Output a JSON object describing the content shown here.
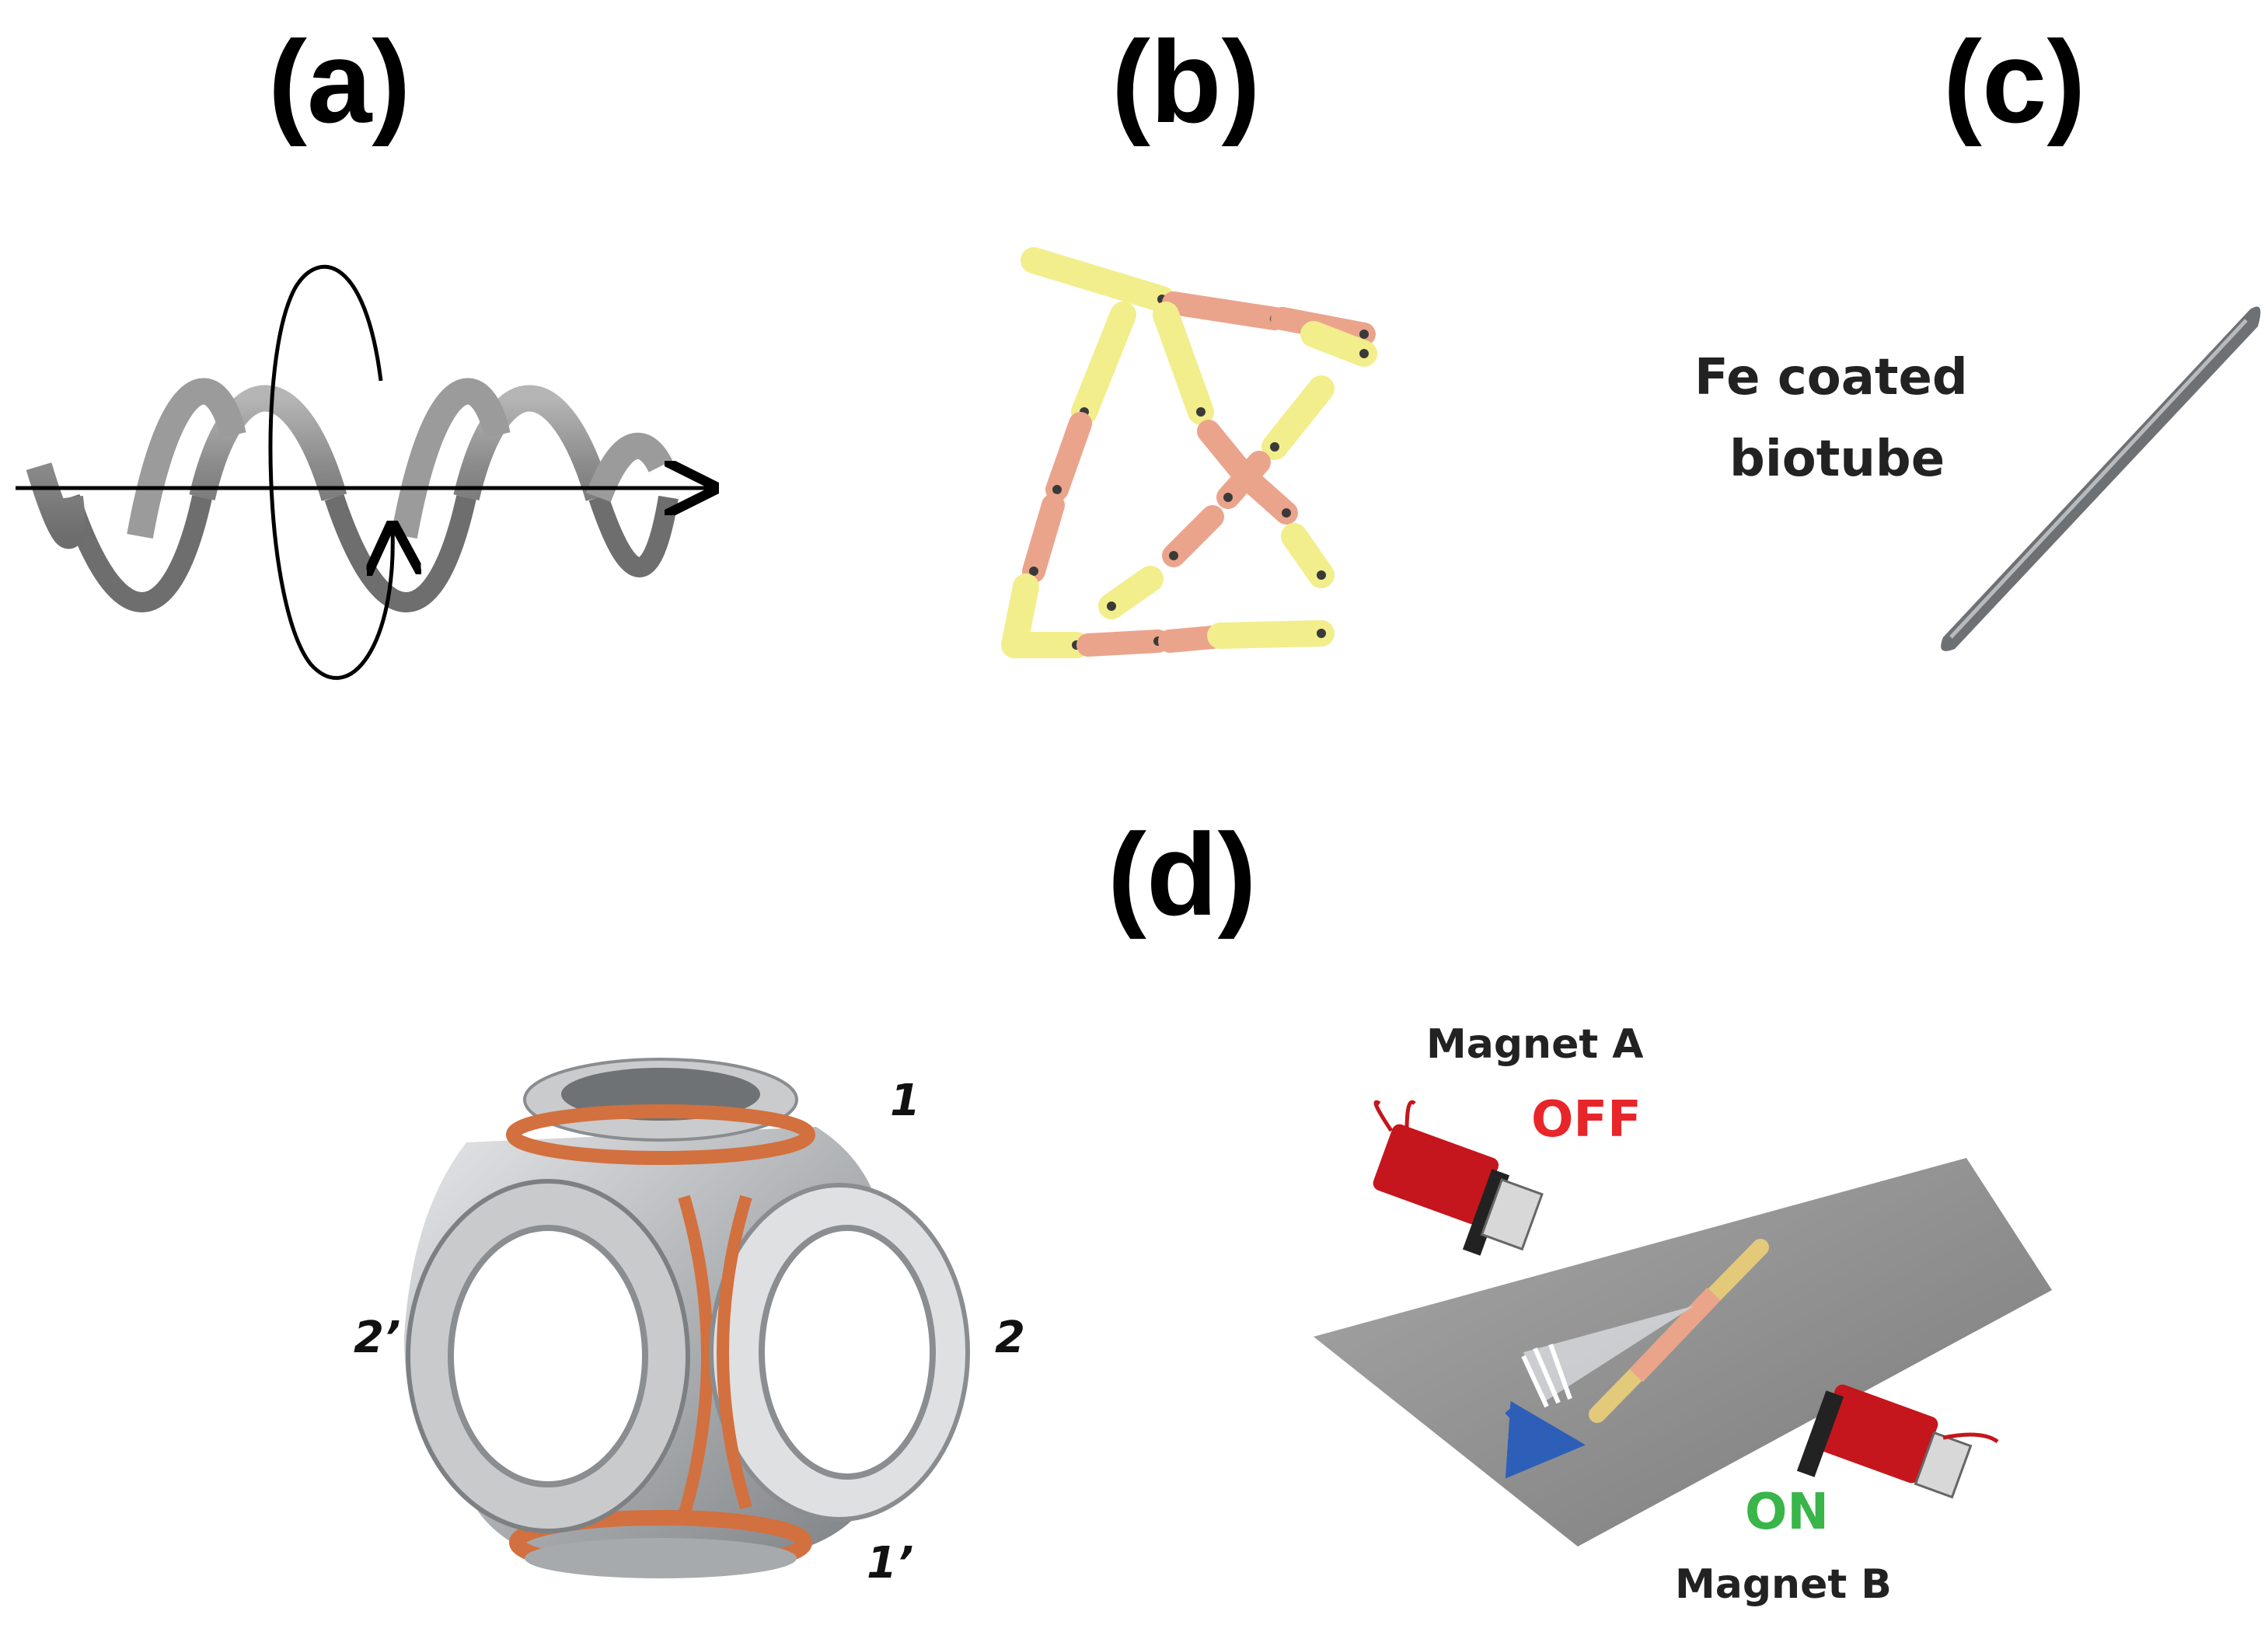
{
  "panels": {
    "a": {
      "label": "(a)"
    },
    "b": {
      "label": "(b)"
    },
    "c": {
      "label": "(c)",
      "caption_line1": "Fe coated",
      "caption_line2": "biotube"
    },
    "d": {
      "label": "(d)",
      "coil_labels": {
        "top": "1",
        "bottom": "1’",
        "right": "2",
        "left": "2’"
      },
      "magnet_a": {
        "name": "Magnet A",
        "state": "OFF"
      },
      "magnet_b": {
        "name": "Magnet B",
        "state": "ON"
      }
    }
  },
  "colors": {
    "helix": "#8c8c8c",
    "rod_yellow": "#f2ee8c",
    "segment_pink": "#eba48c",
    "biotube_gray": "#7d8082",
    "metal": "#b8bbbe",
    "copper": "#d2703f",
    "plate": "#8f8f8f",
    "coil_red": "#c4161c",
    "off_red": "#e8262a",
    "on_green": "#39b54a",
    "arrow_blue": "#2d5fb8"
  }
}
